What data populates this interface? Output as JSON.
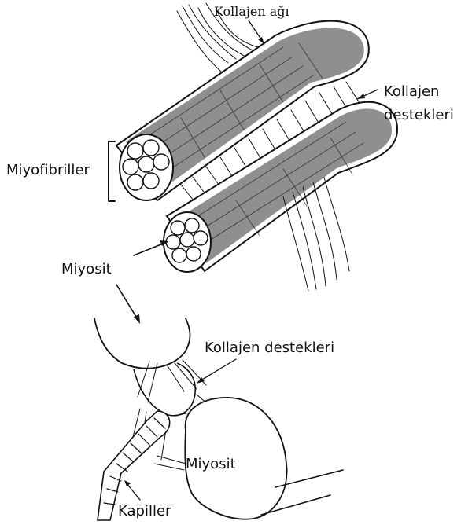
{
  "labels": {
    "collagen_network": "Kollajen ağı",
    "collagen_struts_top_line1": "Kollajen",
    "collagen_struts_top_line2": "destekleri",
    "myofibrils": "Miyofibriller",
    "myocyte_top": "Miyosit",
    "collagen_struts_bottom": "Kollajen destekleri",
    "myocyte_bottom": "Miyosit",
    "capillary": "Kapiller"
  },
  "colors": {
    "ink": "#111111",
    "background": "#ffffff"
  }
}
